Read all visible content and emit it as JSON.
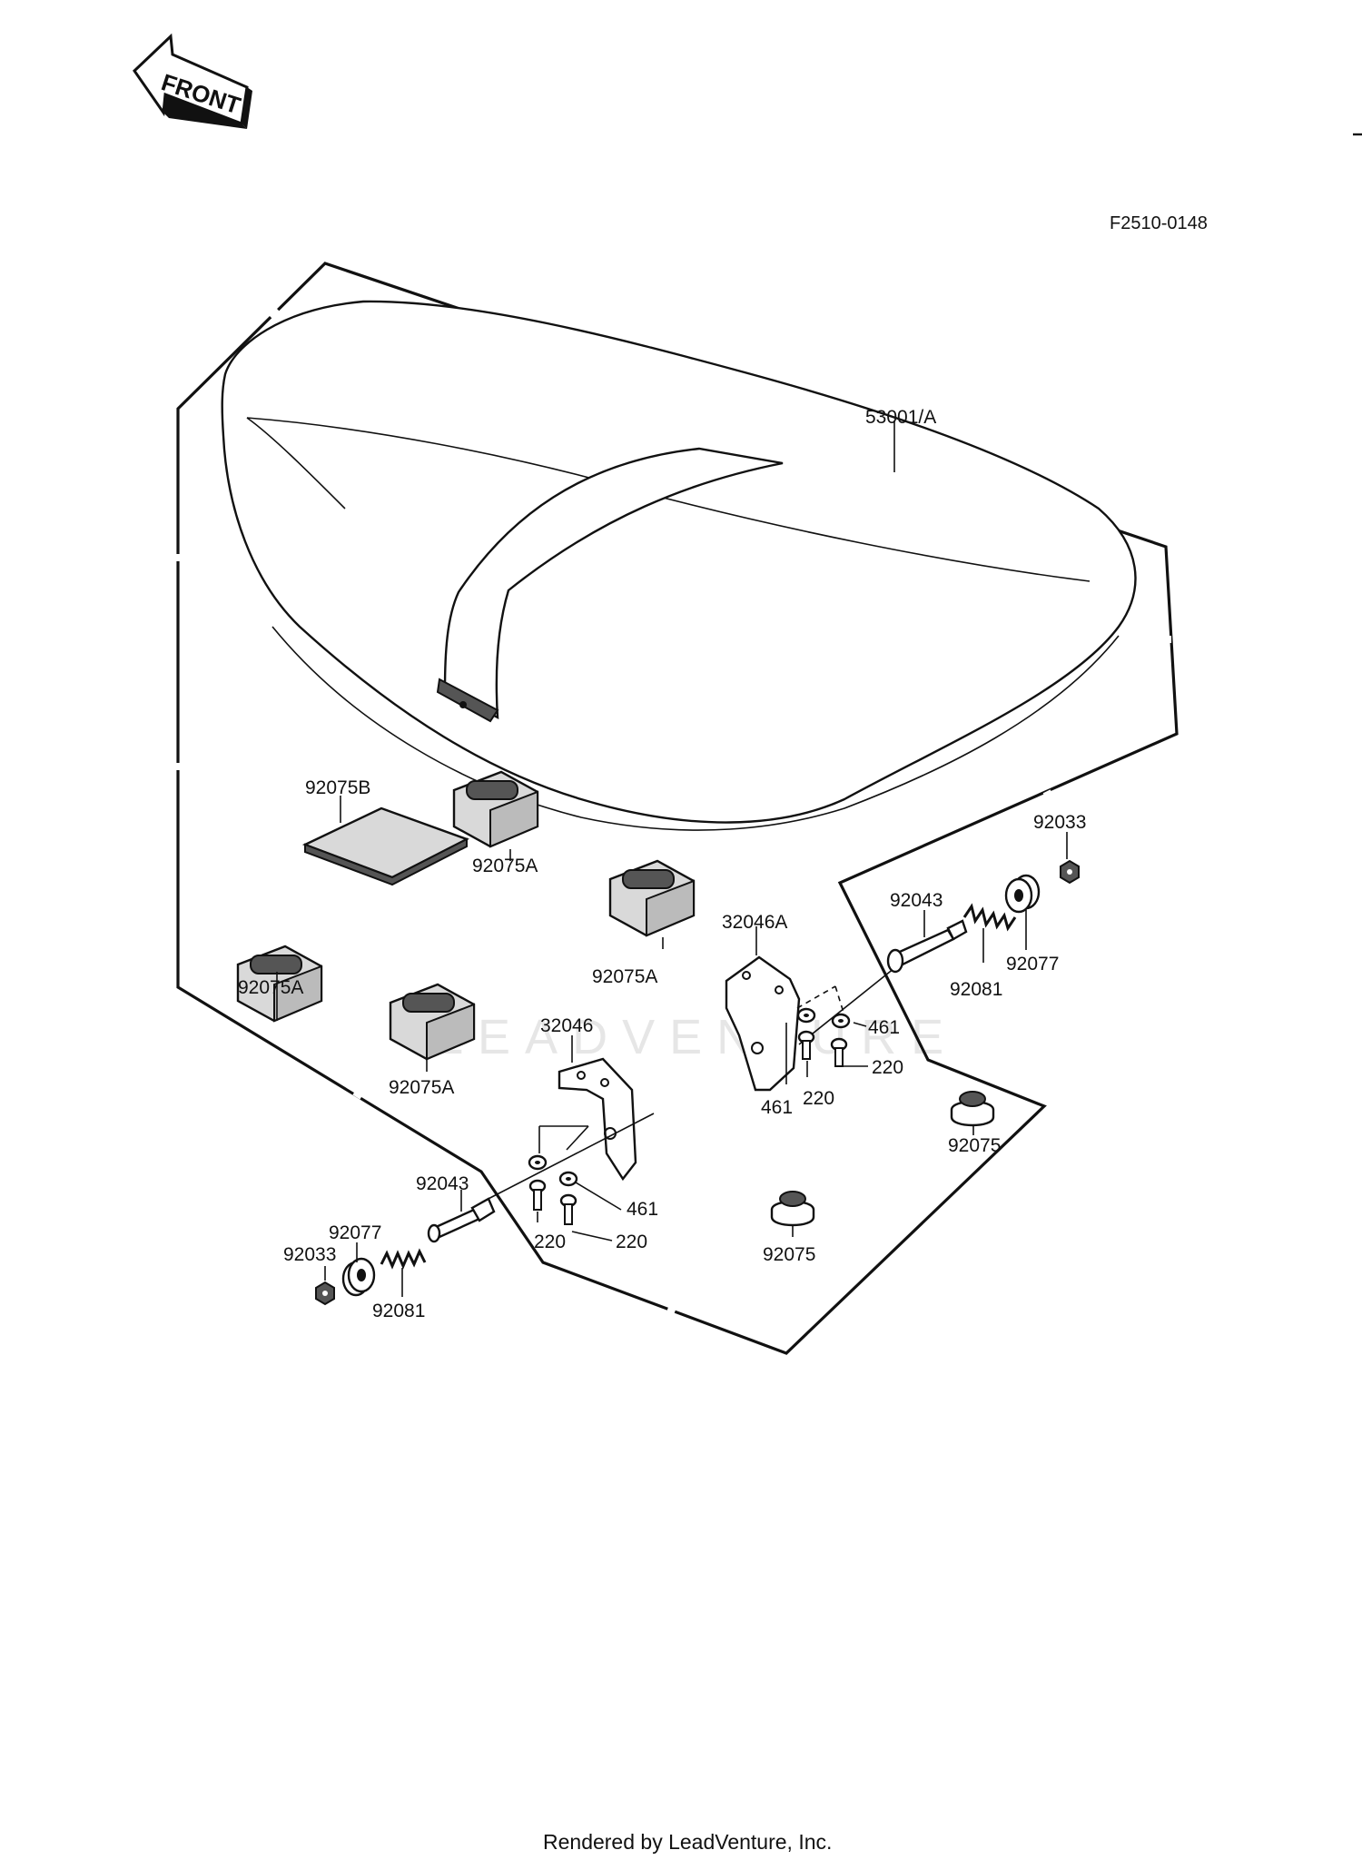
{
  "diagram_code": "F2510-0148",
  "front_label": "FRONT",
  "watermark": "LEADVENTURE",
  "footer": "Rendered by LeadVenture, Inc.",
  "parts": {
    "seat": "53001/A",
    "pad_92075B": "92075B",
    "pad_a1": "92075A",
    "pad_a2": "92075A",
    "pad_a3": "92075A",
    "pad_a4": "92075A",
    "bracket_right": "32046A",
    "bracket_left": "32046",
    "rnut": "92033",
    "rbolt": "92043",
    "rcollar": "92077",
    "rspring": "92081",
    "r_washer_a": "461",
    "r_washer_b": "461",
    "r_screw_a": "220",
    "r_screw_b": "220",
    "rubber_1": "92075",
    "rubber_2": "92075",
    "lbolt": "92043",
    "lcollar": "92077",
    "lnut": "92033",
    "lspring": "92081",
    "l_washer": "461",
    "l_screw_a": "220",
    "l_screw_b": "220"
  }
}
